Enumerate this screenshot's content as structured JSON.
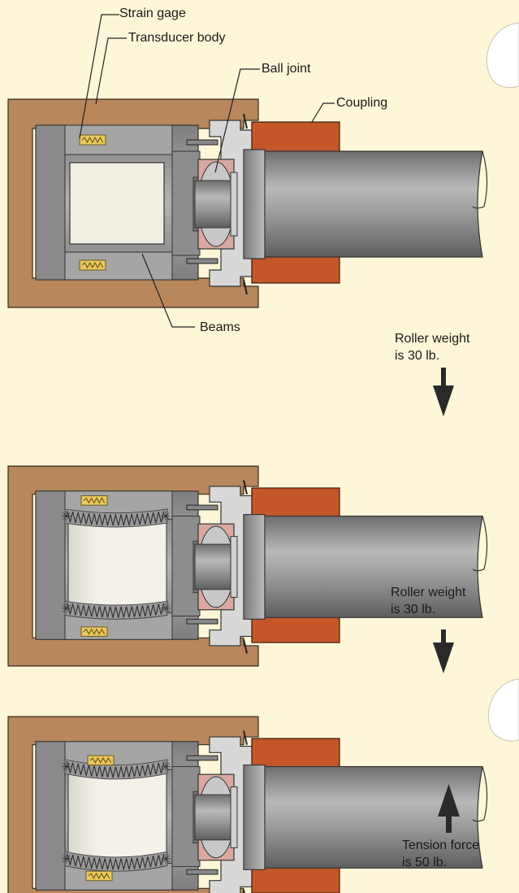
{
  "labels": {
    "strain_gage": "Strain gage",
    "transducer_body": "Transducer body",
    "ball_joint": "Ball joint",
    "coupling": "Coupling",
    "beams": "Beams"
  },
  "panel2": {
    "roller_weight_line1": "Roller weight",
    "roller_weight_line2": "is 30 lb."
  },
  "panel3": {
    "roller_weight_line1": "Roller weight",
    "roller_weight_line2": "is 30 lb.",
    "tension_line1": "Tension force",
    "tension_line2": "is 50 lb."
  },
  "colors": {
    "background": "#fdf6d8",
    "housing": "#b8875c",
    "metal": "#8f8f8f",
    "cavity": "#f1efe4",
    "coupling": "#c4562a",
    "bearing": "#d9a9a0",
    "gage": "#e9c75a"
  }
}
